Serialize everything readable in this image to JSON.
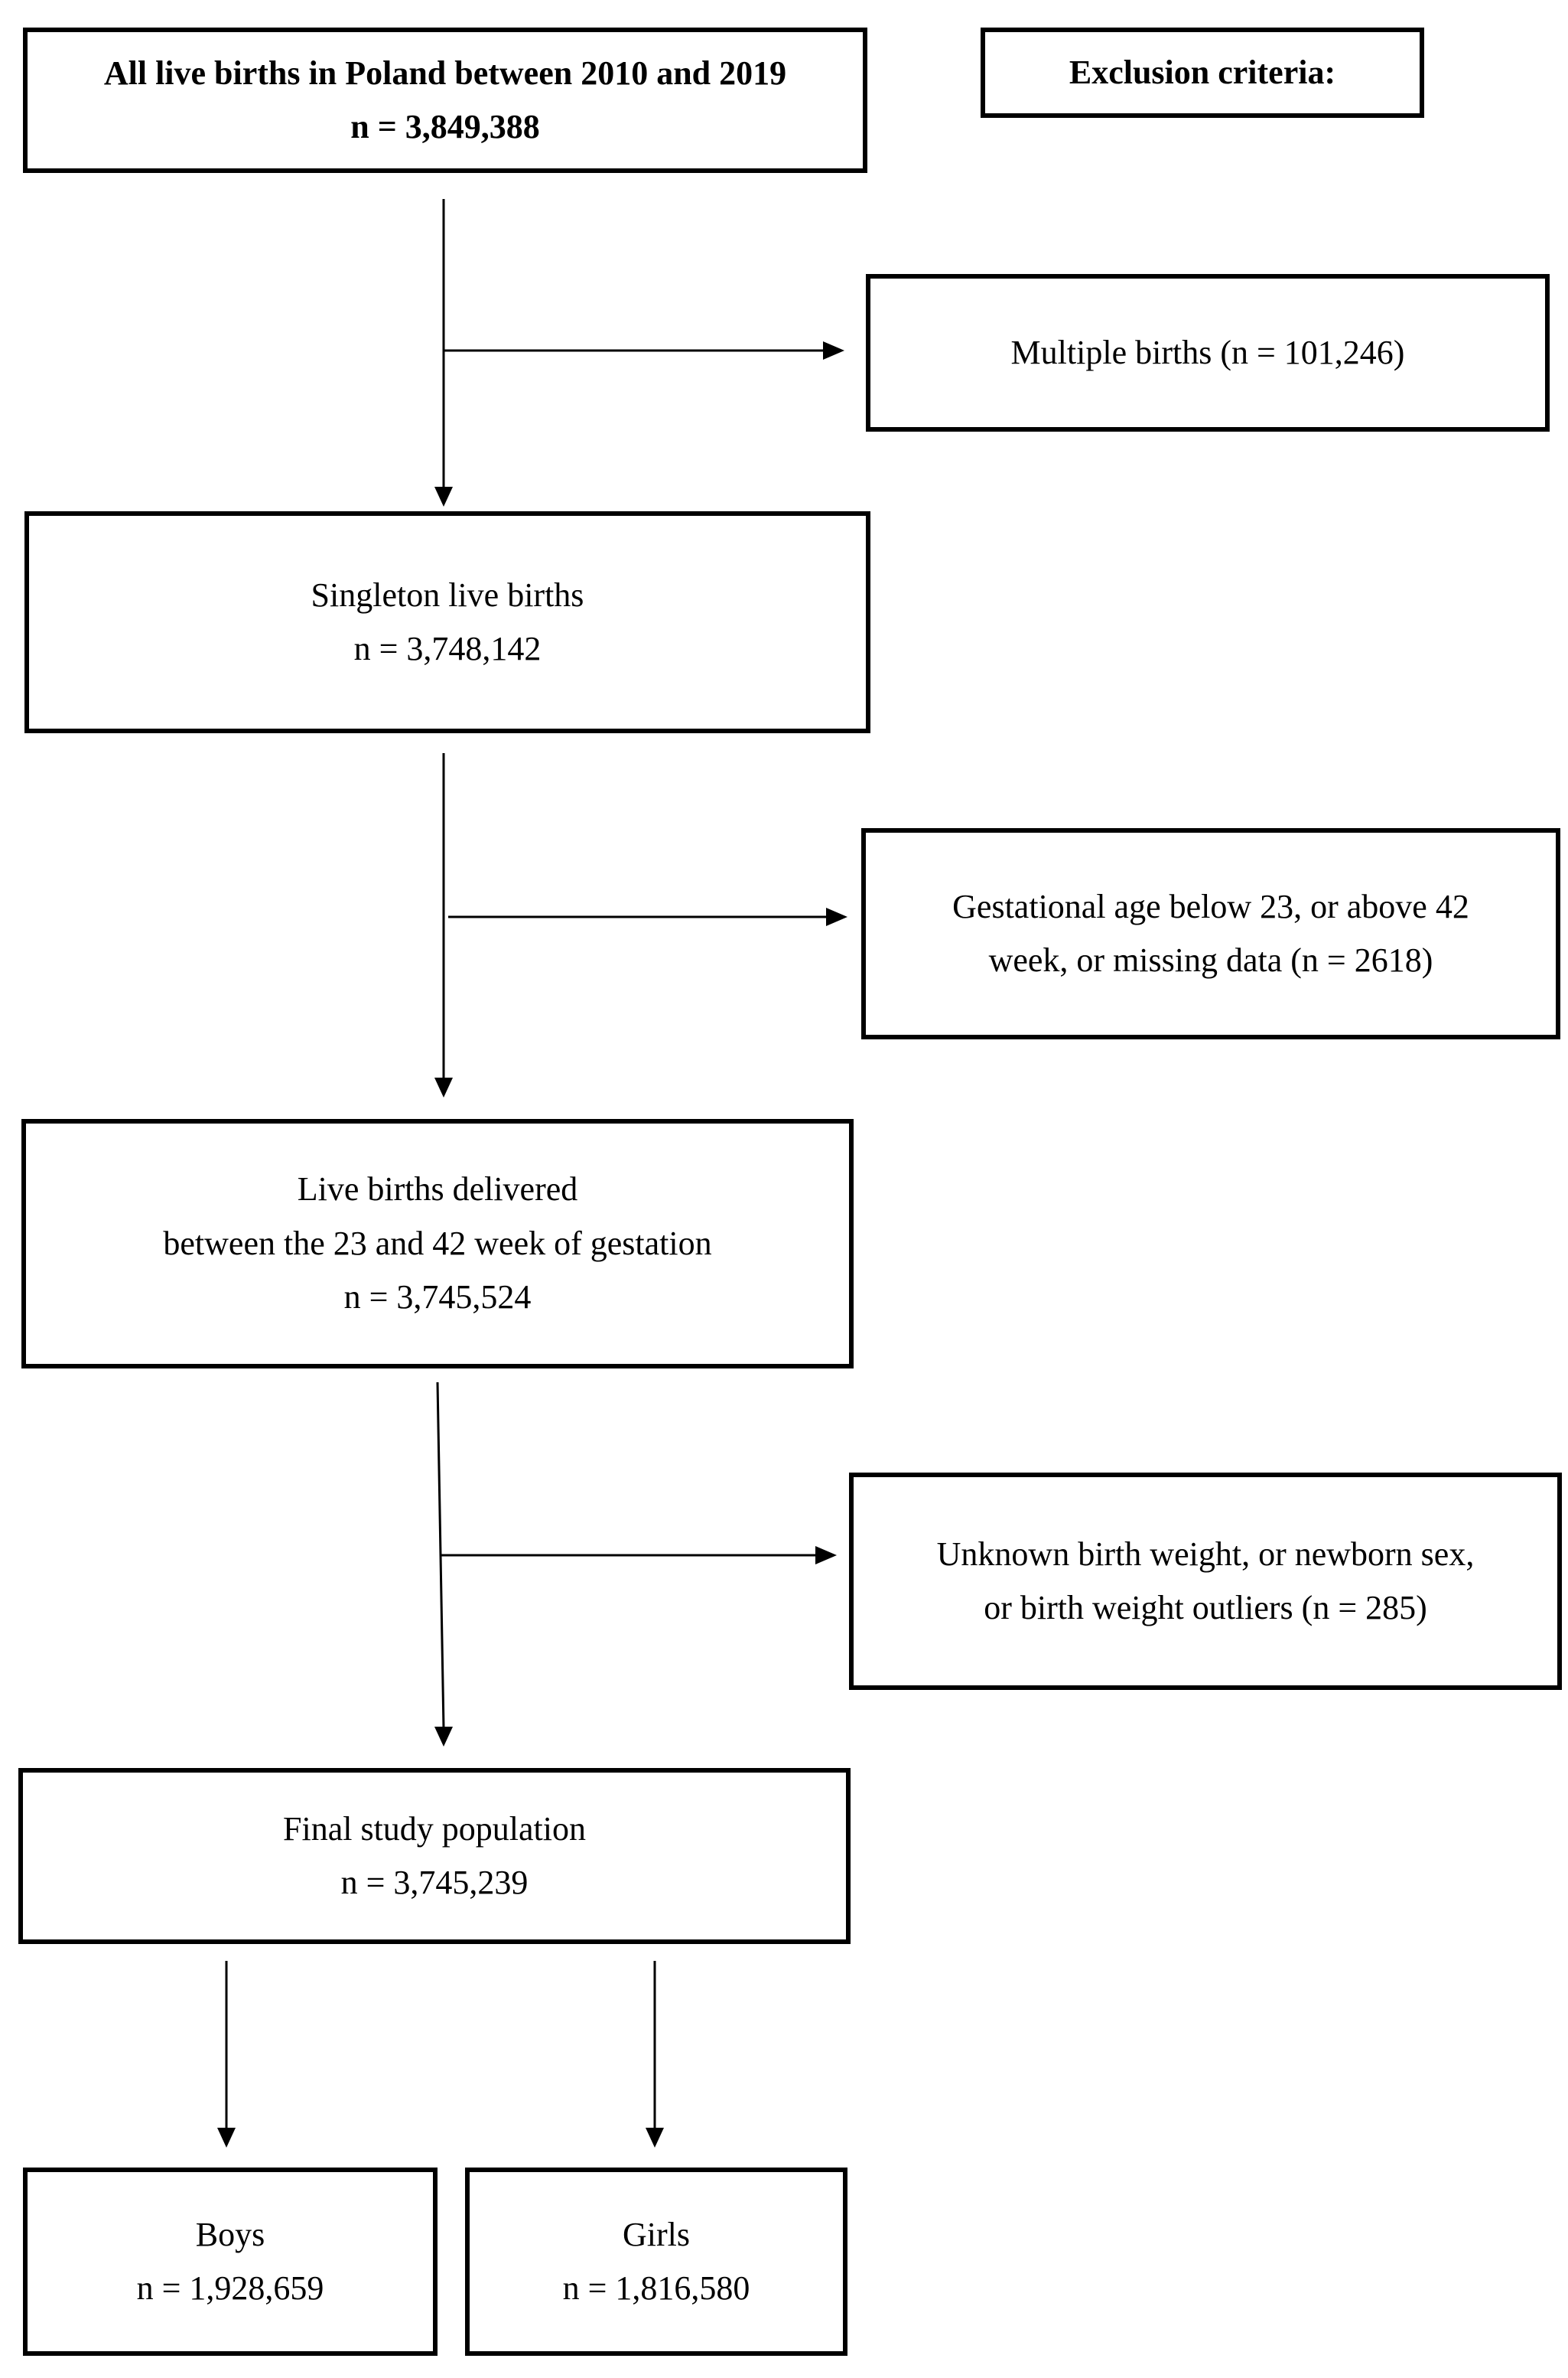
{
  "flowchart": {
    "start": {
      "title": "All live births in Poland between 2010 and 2019",
      "count": "n = 3,849,388"
    },
    "exclusion_header": "Exclusion criteria:",
    "exclusion_1": {
      "text": "Multiple births (n = 101,246)"
    },
    "step_1": {
      "title": "Singleton live births",
      "count": "n = 3,748,142"
    },
    "exclusion_2": {
      "line1": "Gestational age below 23, or above 42",
      "line2": "week, or missing data (n = 2618)"
    },
    "step_2": {
      "line1": "Live births delivered",
      "line2": "between the 23 and 42 week of gestation",
      "count": "n = 3,745,524"
    },
    "exclusion_3": {
      "line1": "Unknown birth weight, or newborn sex,",
      "line2": "or birth weight outliers (n = 285)"
    },
    "final": {
      "title": "Final study population",
      "count": "n = 3,745,239"
    },
    "boys": {
      "title": "Boys",
      "count": "n = 1,928,659"
    },
    "girls": {
      "title": "Girls",
      "count": "n = 1,816,580"
    }
  }
}
